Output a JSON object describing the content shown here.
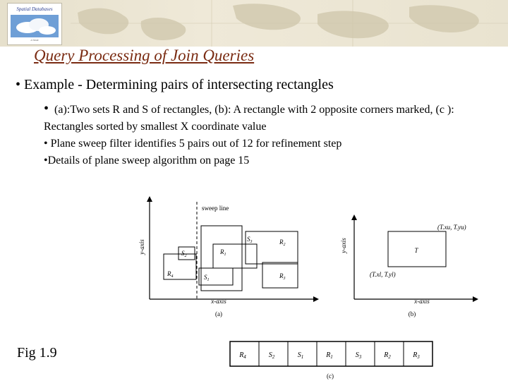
{
  "banner": {
    "logo_title": "Spatial Databases",
    "logo_subtitle": "A TOUR"
  },
  "slide": {
    "title": "Query Processing of Join Queries",
    "main_bullet": "• Example - Determining pairs of intersecting rectangles",
    "sub_bullets": [
      "(a):Two sets R and S of rectangles,  (b): A rectangle with 2 opposite corners marked, (c ): Rectangles sorted by smallest X coordinate value",
      "• Plane sweep filter identifies 5 pairs out of 12 for refinement step",
      "•Details of plane sweep algorithm on page 15"
    ],
    "first_bullet_marker": "•",
    "figure_label": "Fig 1.9"
  },
  "figure_a": {
    "y_axis_label": "y-axis",
    "x_axis_label": "x-axis",
    "sweep_label": "sweep line",
    "caption": "(a)",
    "rect_labels": {
      "S3": "S",
      "S3_sub": "3",
      "R2": "R",
      "R2_sub": "2",
      "S2": "S",
      "S2_sub": "2",
      "R1": "R",
      "R1_sub": "1",
      "R4": "R",
      "R4_sub": "4",
      "S1": "S",
      "S1_sub": "1",
      "R3": "R",
      "R3_sub": "3"
    }
  },
  "figure_b": {
    "y_axis_label": "y-axis",
    "x_axis_label": "x-axis",
    "upper_corner": "(T.xu, T.yu)",
    "lower_corner": "(T.xl, T.yl)",
    "rect_label": "T",
    "caption": "(b)"
  },
  "figure_c": {
    "caption": "(c)",
    "cells": [
      {
        "letter": "R",
        "sub": "4"
      },
      {
        "letter": "S",
        "sub": "2"
      },
      {
        "letter": "S",
        "sub": "1"
      },
      {
        "letter": "R",
        "sub": "1"
      },
      {
        "letter": "S",
        "sub": "3"
      },
      {
        "letter": "R",
        "sub": "2"
      },
      {
        "letter": "R",
        "sub": "3"
      }
    ]
  },
  "colors": {
    "title": "#7a2b12",
    "banner": "#e9e3d0",
    "logo_text": "#2a3d8f"
  }
}
